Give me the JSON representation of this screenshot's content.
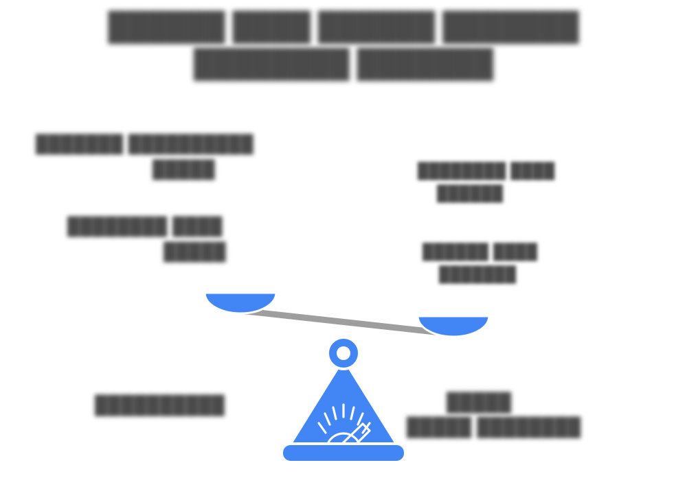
{
  "slide": {
    "background_color": "#ffffff",
    "text_color": "#4a4a4a",
    "accent_color": "#4285f4",
    "beam_color": "#9e9e9e",
    "text_state": "blurred-redacted"
  },
  "title": {
    "line1": "██████ ████ ██████ ███████",
    "line2": "████████ ███████"
  },
  "body": {
    "left_top": {
      "line1": "███████ ██████████",
      "line2": "█████"
    },
    "right_top": {
      "line1": "████████ ████",
      "line2": "██████"
    },
    "left_mid": {
      "line1": "████████ ████",
      "line2": "█████"
    },
    "right_mid": {
      "line1": "██████ ████",
      "line2": "███████"
    }
  },
  "captions": {
    "left": {
      "line1": "██████████"
    },
    "right": {
      "line1": "█████",
      "line2": "█████ ████████"
    }
  },
  "illustration": {
    "name": "balance-scale",
    "tilt": "right-side-down",
    "left_pan_label": "left-pan",
    "right_pan_label": "right-pan",
    "pivot_label": "pivot",
    "base_label": "pedestal-base",
    "gauge_label": "gauge-needle"
  }
}
